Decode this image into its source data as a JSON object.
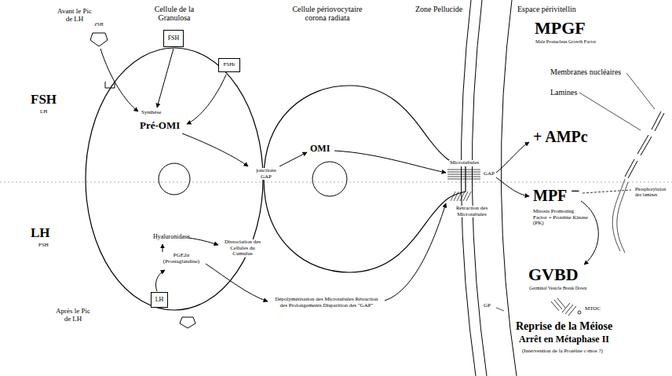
{
  "diagram": {
    "nodes": [
      {
        "text": [
          "Synthèse",
          "Pré-OMI",
          "Hyaluronidase",
          "PGE2α (Prostaglandine)"
        ]
      },
      {
        "text": [
          "OMI"
        ]
      },
      {
        "text": [
          "FSH"
        ]
      },
      {
        "text": [
          "FSH"
        ]
      },
      {
        "text": [
          "FSHr"
        ]
      },
      {
        "text": [
          "LH"
        ]
      }
    ],
    "labels": [
      "Avant le Pic de LH",
      "Cellule de la Granulosa",
      "Cellule périovocytaire corona radiata",
      "Zone Pellucide",
      "Espace périvitellin",
      "MPGF",
      "Male Pronucleus Growth Factor",
      "Membranes nucléaires",
      "Lamines",
      "FSH",
      "LH",
      "jonctions GAP",
      "Microtubules",
      "GAP",
      "+ AMPc",
      "MPF",
      "−",
      "Mitosis Promoting Factor = Protéine Kinase (PK)",
      "Phosphorylation des lamines",
      "GVBD",
      "Germinal Vesicle Break Down",
      "GP",
      "MTOC",
      "Reprise de la Méiose",
      "Arrêt en Métaphase II",
      "(Intervention de la Protéine c-mos ?)",
      "LH",
      "FSH",
      "Dissociation des Cellules du Cumulus",
      "Rétraction des Microtubules",
      "Dépolymérisation des Microtubules Rétraction des Prolongements Disparition des \"GAP\"",
      "Après le Pic de LH"
    ]
  }
}
